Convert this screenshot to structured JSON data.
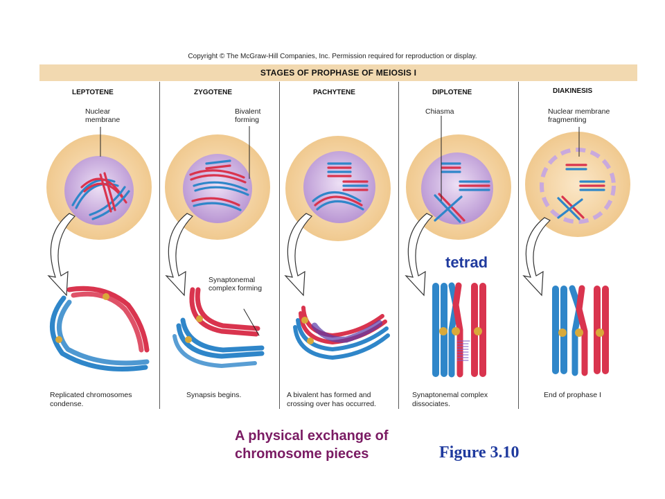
{
  "copyright": "Copyright © The McGraw-Hill Companies, Inc. Permission required for reproduction or display.",
  "banner_title": "STAGES OF PROPHASE OF MEIOSIS I",
  "stages": [
    {
      "name": "LEPTOTENE",
      "label": "Nuclear\nmembrane",
      "caption": "Replicated chromosomes\ncondense."
    },
    {
      "name": "ZYGOTENE",
      "label": "Bivalent\nforming",
      "caption": "Synapsis begins."
    },
    {
      "name": "PACHYTENE",
      "label": "",
      "caption": "A bivalent has formed and\ncrossing over has occurred."
    },
    {
      "name": "DIPLOTENE",
      "label": "Chiasma",
      "caption": "Synaptonemal complex\ndissociates."
    },
    {
      "name": "DIAKINESIS",
      "label": "Nuclear membrane\nfragmenting",
      "caption": "End of prophase I"
    }
  ],
  "synaptonemal_label": "Synaptonemal\ncomplex forming",
  "tetrad_label": "tetrad",
  "exchange_text": "A physical exchange of\nchromosome pieces",
  "figure_label": "Figure 3.10",
  "colors": {
    "banner": "#f2d9b0",
    "cell": "#f5d2a0",
    "nucleus": "#c9a9dd",
    "blue_chromosome": "#2f86c9",
    "red_chromosome": "#d9344e",
    "centromere": "#d9a93a",
    "tetrad_text": "#1f3a9e",
    "exchange_text": "#7a1b63"
  }
}
